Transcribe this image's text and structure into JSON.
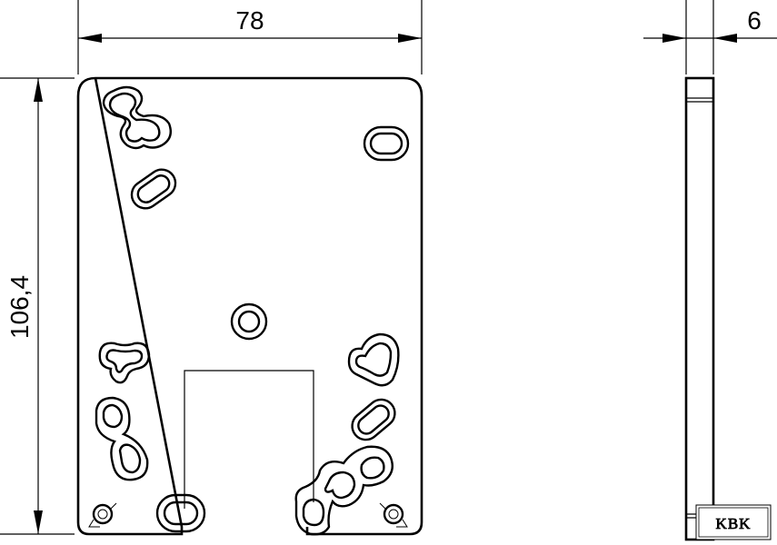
{
  "dimensions": {
    "width_label": "78",
    "height_label": "106,4",
    "thickness_label": "6"
  },
  "logo": {
    "text": "KBK"
  }
}
